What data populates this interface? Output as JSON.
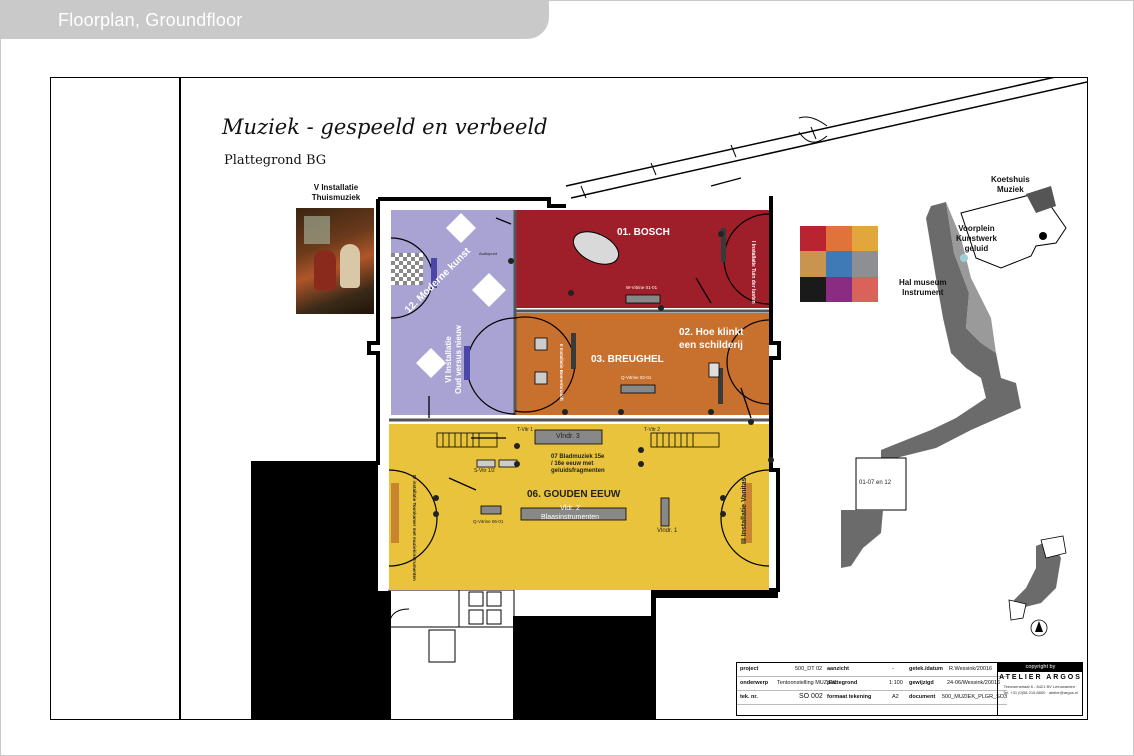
{
  "header": {
    "title": "Floorplan, Groundfloor"
  },
  "plan": {
    "title": "Muziek -  gespeeld en verbeeld",
    "subtitle": "Plattegrond BG",
    "painting_caption_line1": "V Installatie",
    "painting_caption_line2": "Thuismuziek"
  },
  "palette": [
    "#b8242f",
    "#e0733a",
    "#e3a63c",
    "#c9944f",
    "#3f79b6",
    "#8e8f92",
    "#1a1a1a",
    "#8a2c82",
    "#d9625a"
  ],
  "rooms": {
    "bosch": {
      "label": "01. BOSCH",
      "color": "#9e1f2a",
      "side": "I Installatie Tuin der lusten"
    },
    "hoe_klinkt": {
      "label_line1": "02. Hoe klinkt",
      "label_line2": "een schilderij"
    },
    "breughel": {
      "label": "03. BREUGHEL",
      "color": "#c8702e",
      "side": "II Installatie Boerenbruiloft"
    },
    "moderne": {
      "label": "12. Moderne kunst",
      "color": "#a9a3d3",
      "side_line1": "VI Installatie",
      "side_line2": "Oud versus nieuw"
    },
    "gouden": {
      "label": "06. GOUDEN EEUW",
      "color": "#e8c33b",
      "side_left": "IV installatie Toonkamer met muziekinstrumenten",
      "side_right": "III Installatie Vanitas"
    },
    "bladmuziek_line1": "07 Bladmuziek 15e",
    "bladmuziek_line2": "/ 16e eeuw met",
    "bladmuziek_line3": "geluidsfragmenten",
    "vlndr3": "Vlndr. 3",
    "vlndr2_line1": "Vldr. 2",
    "vlndr2_line2": "Blaasinstrumenten",
    "vlndr1": "Vlndr. 1",
    "tvitr1": "T-Vitr 1",
    "tvitr2": "T-Vitr 2",
    "svitr": "S-Vitr 1/2",
    "qvitrine1": "Q-Vitrine 02-01",
    "qvitrine2": "Q-Vitrine 06-01",
    "wvitrine": "W-Vitrine 01-01",
    "audiopunt": "Audiopunt"
  },
  "site": {
    "koetshuis_line1": "Koetshuis",
    "koetshuis_line2": "Muziek",
    "voorplein_line1": "Voorplein",
    "voorplein_line2": "Kunstwerk",
    "voorplein_line3": "geluid",
    "hal_line1": "Hal museum",
    "hal_line2": "Instrument",
    "block_label": "01-07 en 12"
  },
  "titleblock": {
    "r1_a": "project",
    "r1_b": "500_DT 02",
    "r1_c": "aanzicht",
    "r1_d": "-",
    "r1_e": "getek./datum",
    "r1_f": "R.Wessink/20016",
    "r2_a": "onderwerp",
    "r2_b": "Tentoonstelling MUZIEK",
    "r2_c": "plattegrond",
    "r2_d": "1:100",
    "r2_e": "gewijzigd",
    "r2_f": "24-06/Wessink/20016",
    "r3_a": "tek. nr.",
    "r3_b": "SO 002",
    "r3_c": "formaat tekening",
    "r3_d": "A2",
    "r3_e": "document",
    "r3_f": "500_MUZIEK_PLGR_SO3",
    "copyright": "copyright by",
    "brand": "ATELIER ARGOS",
    "addr": "Teeuwenstraat 6 - 8421 BV Leeuwarden · Tel. +31 (0)58 215 8800 · atelier@argos.nl"
  }
}
